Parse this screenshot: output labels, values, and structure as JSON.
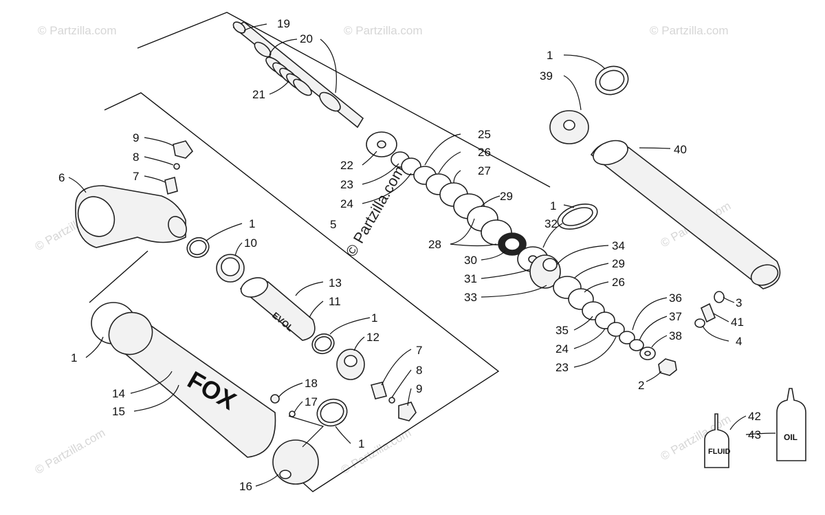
{
  "watermark": "© Partzilla.com",
  "center_watermark": "© Partzilla.com",
  "logo": {
    "brand": "FOX",
    "sleeve_text": "EVOL"
  },
  "labels": {
    "l1a": "1",
    "l1b": "1",
    "l1c": "1",
    "l1d": "1",
    "l1e": "1",
    "l1f": "1",
    "l2": "2",
    "l3": "3",
    "l4": "4",
    "l5": "5",
    "l6": "6",
    "l7a": "7",
    "l7b": "7",
    "l8a": "8",
    "l8b": "8",
    "l9a": "9",
    "l9b": "9",
    "l10": "10",
    "l11": "11",
    "l12": "12",
    "l13": "13",
    "l14": "14",
    "l15": "15",
    "l16": "16",
    "l17": "17",
    "l18": "18",
    "l19": "19",
    "l20": "20",
    "l21": "21",
    "l22": "22",
    "l23a": "23",
    "l23b": "23",
    "l24a": "24",
    "l24b": "24",
    "l25": "25",
    "l26a": "26",
    "l26b": "26",
    "l27": "27",
    "l28": "28",
    "l29a": "29",
    "l29b": "29",
    "l30": "30",
    "l31": "31",
    "l32": "32",
    "l33": "33",
    "l34": "34",
    "l35": "35",
    "l36": "36",
    "l37": "37",
    "l38": "38",
    "l39": "39",
    "l40": "40",
    "l41": "41",
    "l42": "42",
    "l43": "43"
  },
  "bottles": {
    "fluid": "FLUID",
    "oil": "OIL"
  }
}
